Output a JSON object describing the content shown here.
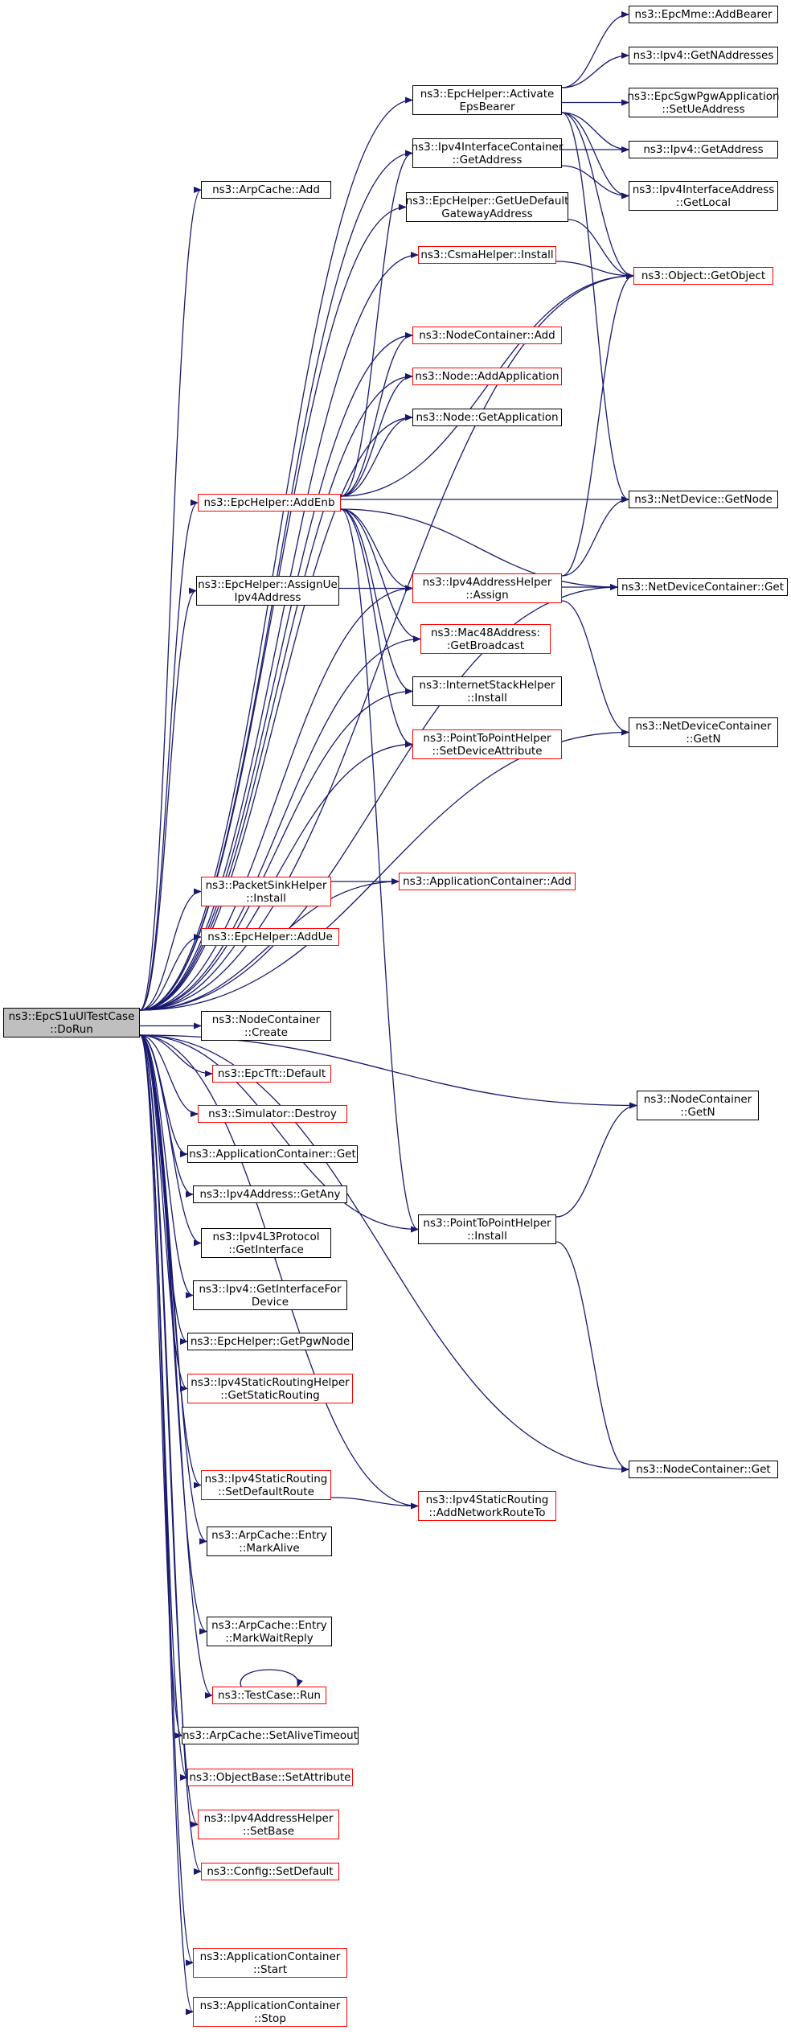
{
  "colors": {
    "edge": "#191970",
    "border_default": "#000000",
    "border_incomplete": "#ff0000",
    "root_fill": "#bfbfbf"
  },
  "nodes": {
    "root": "ns3::EpcS1uUlTestCase\n::DoRun",
    "epcmme_addbearer": "ns3::EpcMme::AddBearer",
    "ipv4_getnaddresses": "ns3::Ipv4::GetNAddresses",
    "epchelper_activate": "ns3::EpcHelper::Activate\nEpsBearer",
    "epcsgwpgw_setue": "ns3::EpcSgwPgwApplication\n::SetUeAddress",
    "ipv4ifc_getaddress": "ns3::Ipv4InterfaceContainer\n::GetAddress",
    "ipv4_getaddress": "ns3::Ipv4::GetAddress",
    "ipv4ifaddr_getlocal": "ns3::Ipv4InterfaceAddress\n::GetLocal",
    "arpcache_add": "ns3::ArpCache::Add",
    "epchelper_getuedefault": "ns3::EpcHelper::GetUeDefault\nGatewayAddress",
    "csma_install": "ns3::CsmaHelper::Install",
    "object_getobject": "ns3::Object::GetObject",
    "nodecontainer_add": "ns3::NodeContainer::Add",
    "node_addapplication": "ns3::Node::AddApplication",
    "node_getapplication": "ns3::Node::GetApplication",
    "epchelper_addenb": "ns3::EpcHelper::AddEnb",
    "netdevice_getnode": "ns3::NetDevice::GetNode",
    "epchelper_assignue": "ns3::EpcHelper::AssignUe\nIpv4Address",
    "ipv4addrhelper_assign": "ns3::Ipv4AddressHelper\n::Assign",
    "netdevcontainer_get": "ns3::NetDeviceContainer::Get",
    "mac48_getbroadcast": "ns3::Mac48Address:\n:GetBroadcast",
    "internetstack_install": "ns3::InternetStackHelper\n::Install",
    "netdevcontainer_getn": "ns3::NetDeviceContainer\n::GetN",
    "p2p_setdeviceattr": "ns3::PointToPointHelper\n::SetDeviceAttribute",
    "packetsink_install": "ns3::PacketSinkHelper\n::Install",
    "appcontainer_add": "ns3::ApplicationContainer::Add",
    "epchelper_addue": "ns3::EpcHelper::AddUe",
    "nodecontainer_create": "ns3::NodeContainer\n::Create",
    "epctft_default": "ns3::EpcTft::Default",
    "nodecontainer_getn": "ns3::NodeContainer\n::GetN",
    "simulator_destroy": "ns3::Simulator::Destroy",
    "appcontainer_get": "ns3::ApplicationContainer::Get",
    "ipv4address_getany": "ns3::Ipv4Address::GetAny",
    "p2p_install": "ns3::PointToPointHelper\n::Install",
    "ipv4l3_getinterface": "ns3::Ipv4L3Protocol\n::GetInterface",
    "ipv4_getinterfacefordevice": "ns3::Ipv4::GetInterfaceFor\nDevice",
    "epchelper_getpgwnode": "ns3::EpcHelper::GetPgwNode",
    "ipv4staticroutinghelper_get": "ns3::Ipv4StaticRoutingHelper\n::GetStaticRouting",
    "nodecontainer_get": "ns3::NodeContainer::Get",
    "ipv4staticrouting_setdefault": "ns3::Ipv4StaticRouting\n::SetDefaultRoute",
    "ipv4staticrouting_addnetwork": "ns3::Ipv4StaticRouting\n::AddNetworkRouteTo",
    "arpentry_markalive": "ns3::ArpCache::Entry\n::MarkAlive",
    "arpentry_markwaitreply": "ns3::ArpCache::Entry\n::MarkWaitReply",
    "testcase_run": "ns3::TestCase::Run",
    "arpcache_setalivetimeout": "ns3::ArpCache::SetAliveTimeout",
    "objectbase_setattribute": "ns3::ObjectBase::SetAttribute",
    "ipv4addrhelper_setbase": "ns3::Ipv4AddressHelper\n::SetBase",
    "config_setdefault": "ns3::Config::SetDefault",
    "appcontainer_start": "ns3::ApplicationContainer\n::Start",
    "appcontainer_stop": "ns3::ApplicationContainer\n::Stop"
  }
}
